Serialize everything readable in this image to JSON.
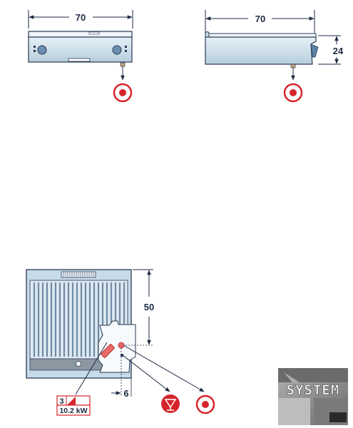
{
  "dimensions": {
    "front_width": "70",
    "side_width": "70",
    "side_height": "24",
    "plan_depth": "50",
    "plan_offset": "6"
  },
  "electrical": {
    "phases": "3",
    "power": "10.2 kW"
  },
  "logo": {
    "text": "SYSTEM"
  },
  "colors": {
    "body": "#d3e4ef",
    "body_shade": "#a9c4d6",
    "outline": "#2b3a55",
    "connection_red": "#d5252b",
    "logo_bg": "#8c8c8c"
  },
  "icons": [
    "electrical-connection-icon",
    "equipotential-icon"
  ]
}
